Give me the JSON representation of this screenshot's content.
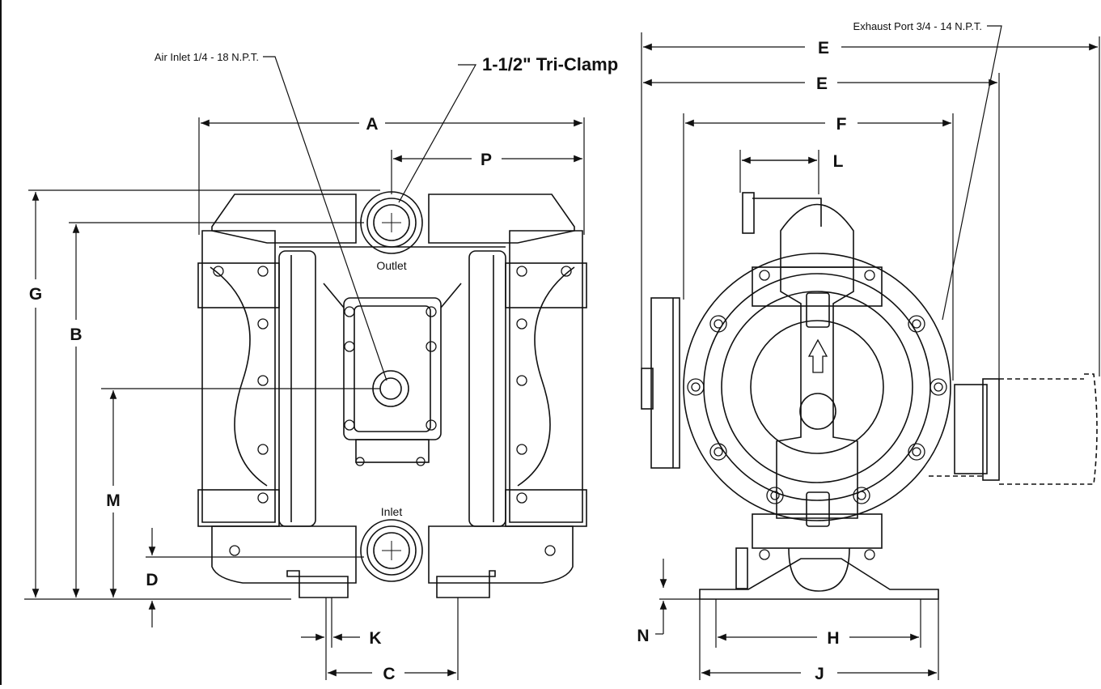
{
  "callouts": {
    "air_inlet": "Air Inlet 1/4 - 18 N.P.T.",
    "tri_clamp": "1-1/2\" Tri-Clamp",
    "exhaust_port": "Exhaust Port 3/4 - 14 N.P.T."
  },
  "parts": {
    "outlet": "Outlet",
    "inlet": "Inlet"
  },
  "dimensions": {
    "A": "A",
    "B": "B",
    "C": "C",
    "D": "D",
    "E": "E",
    "F": "F",
    "G": "G",
    "H": "H",
    "J": "J",
    "K": "K",
    "L": "L",
    "M": "M",
    "N": "N",
    "P": "P"
  },
  "colors": {
    "line": "#111111",
    "background": "#ffffff"
  }
}
